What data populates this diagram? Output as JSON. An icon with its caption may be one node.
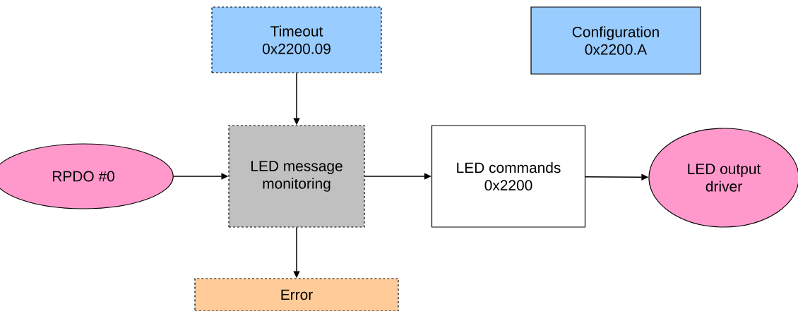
{
  "diagram": {
    "nodes": [
      {
        "text": [
          "Timeout",
          "0x2200.09"
        ]
      },
      {
        "text": [
          "Configuration",
          "0x2200.A"
        ]
      },
      {
        "text": [
          "RPDO #0"
        ]
      },
      {
        "text": [
          "LED message monitoring"
        ]
      },
      {
        "text": [
          "LED commands",
          "0x2200"
        ]
      },
      {
        "text": [
          "LED output driver"
        ]
      },
      {
        "text": [
          "Error"
        ]
      }
    ],
    "edges": [
      {
        "from": 0,
        "to": 3,
        "arrow": "to"
      },
      {
        "from": 2,
        "to": 3,
        "arrow": "to"
      },
      {
        "from": 3,
        "to": 4,
        "arrow": "to"
      },
      {
        "from": 4,
        "to": 5,
        "arrow": "to"
      },
      {
        "from": 3,
        "to": 6,
        "arrow": "to"
      }
    ]
  }
}
